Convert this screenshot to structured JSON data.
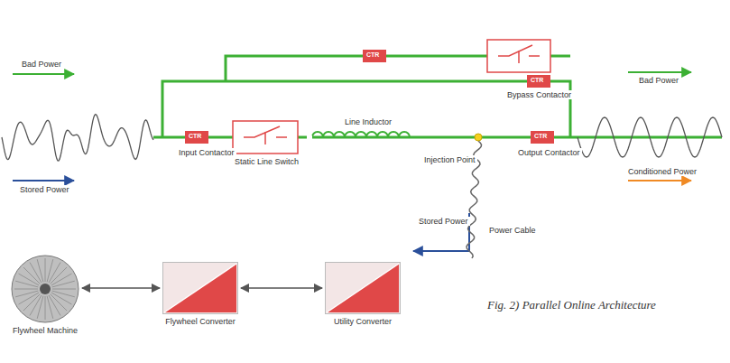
{
  "diagram": {
    "caption": "Fig. 2) Parallel Online Architecture",
    "nodes": [
      {
        "text": [
          "Flywheel Machine"
        ]
      },
      {
        "text": [
          "Flywheel Converter"
        ]
      },
      {
        "text": [
          "Utility Converter"
        ]
      }
    ],
    "edges": [
      {
        "from": 0,
        "to": 1,
        "arrow": "both"
      },
      {
        "from": 1,
        "to": 2,
        "arrow": "both"
      }
    ],
    "labels": [
      "Bad Power",
      "Stored Power",
      "Input Contactor",
      "Static Line Switch",
      "Line Inductor",
      "Bypass Contactor",
      "Output Contactor",
      "Bad Power",
      "Conditioned Power",
      "Injection Point",
      "Stored Power",
      "Power Cable",
      "CTR",
      "CTR",
      "CTR",
      "CTR"
    ]
  }
}
